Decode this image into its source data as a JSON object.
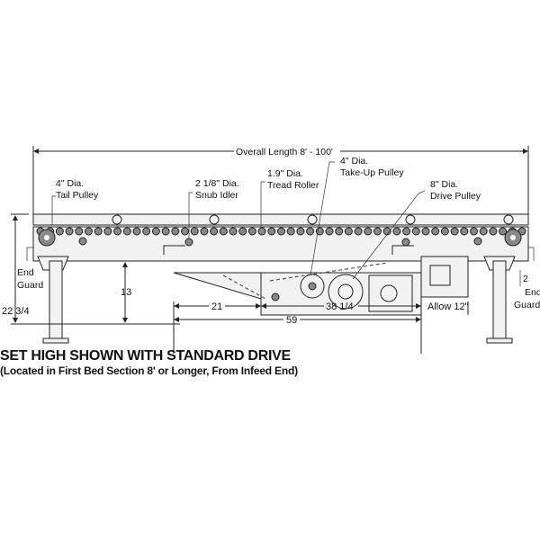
{
  "labels": {
    "overall_length": "Overall Length 8' - 100'",
    "tail_pulley": [
      "4\" Dia.",
      "Tail Pulley"
    ],
    "snub_idler": [
      "2 1/8\" Dia.",
      "Snub Idler"
    ],
    "tread_roller": [
      "1.9\" Dia.",
      "Tread Roller"
    ],
    "take_up_pulley": [
      "4\" Dia.",
      "Take-Up Pulley"
    ],
    "drive_pulley": [
      "8\" Dia.",
      "Drive Pulley"
    ],
    "end_guard_left": [
      "End",
      "Guard"
    ],
    "end_guard_right": [
      "End",
      "Guard"
    ]
  },
  "dimensions": {
    "overall_height": "22 3/4",
    "under_frame": "13",
    "guard_offset": "2",
    "drive_offset": "21",
    "drive_length": "38 1/4",
    "total": "59",
    "allow": "Allow 12\""
  },
  "caption": {
    "title": "SET HIGH SHOWN WITH STANDARD DRIVE",
    "subtitle": "(Located in First Bed Section 8' or Longer, From Infeed End)"
  }
}
